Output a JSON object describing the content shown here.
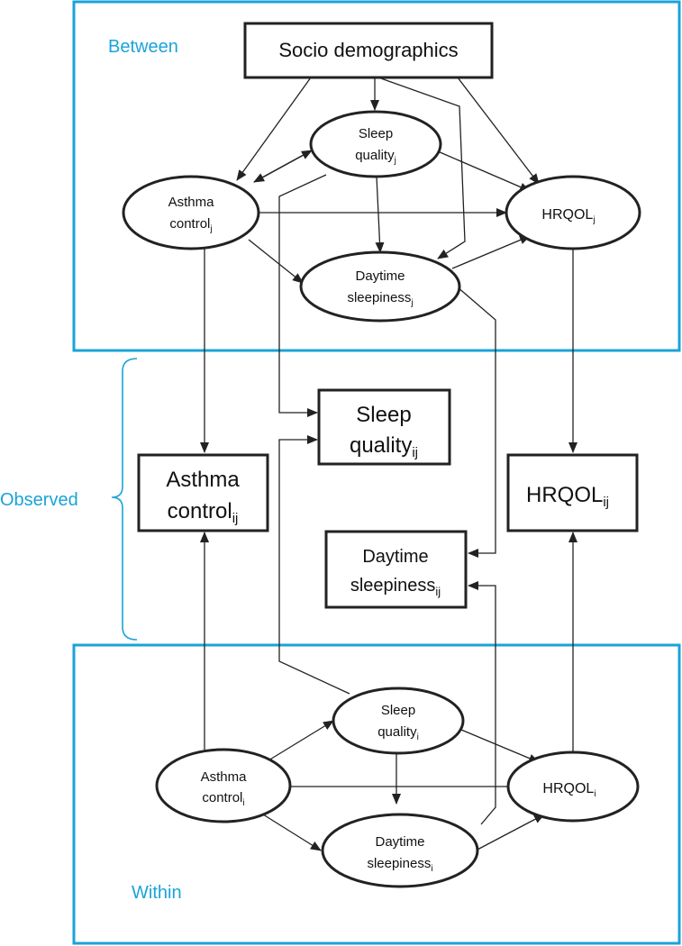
{
  "sections": {
    "between": "Between",
    "observed": "Observed",
    "within": "Within"
  },
  "nodes": {
    "socio": {
      "line1": "Socio demographics"
    },
    "sleep_quality_j": {
      "line1": "Sleep",
      "line2": "quality",
      "sub": "j"
    },
    "asthma_control_j": {
      "line1": "Asthma",
      "line2": "control",
      "sub": "j"
    },
    "hrqol_j": {
      "line1": "HRQOL",
      "sub": "j"
    },
    "daytime_sleepiness_j": {
      "line1": "Daytime",
      "line2": "sleepiness",
      "sub": "j"
    },
    "sleep_quality_ij": {
      "line1": "Sleep",
      "line2": "quality",
      "sub": "ij"
    },
    "asthma_control_ij": {
      "line1": "Asthma",
      "line2": "control",
      "sub": "ij"
    },
    "hrqol_ij": {
      "line1": "HRQOL",
      "sub": "ij"
    },
    "daytime_sleepiness_ij": {
      "line1": "Daytime",
      "line2": "sleepiness",
      "sub": "ij"
    },
    "sleep_quality_i": {
      "line1": "Sleep",
      "line2": "quality",
      "sub": "i"
    },
    "asthma_control_i": {
      "line1": "Asthma",
      "line2": "control",
      "sub": "i"
    },
    "hrqol_i": {
      "line1": "HRQOL",
      "sub": "i"
    },
    "daytime_sleepiness_i": {
      "line1": "Daytime",
      "line2": "sleepiness",
      "sub": "i"
    }
  },
  "colors": {
    "accent": "#1aa3d9",
    "stroke": "#222222"
  }
}
